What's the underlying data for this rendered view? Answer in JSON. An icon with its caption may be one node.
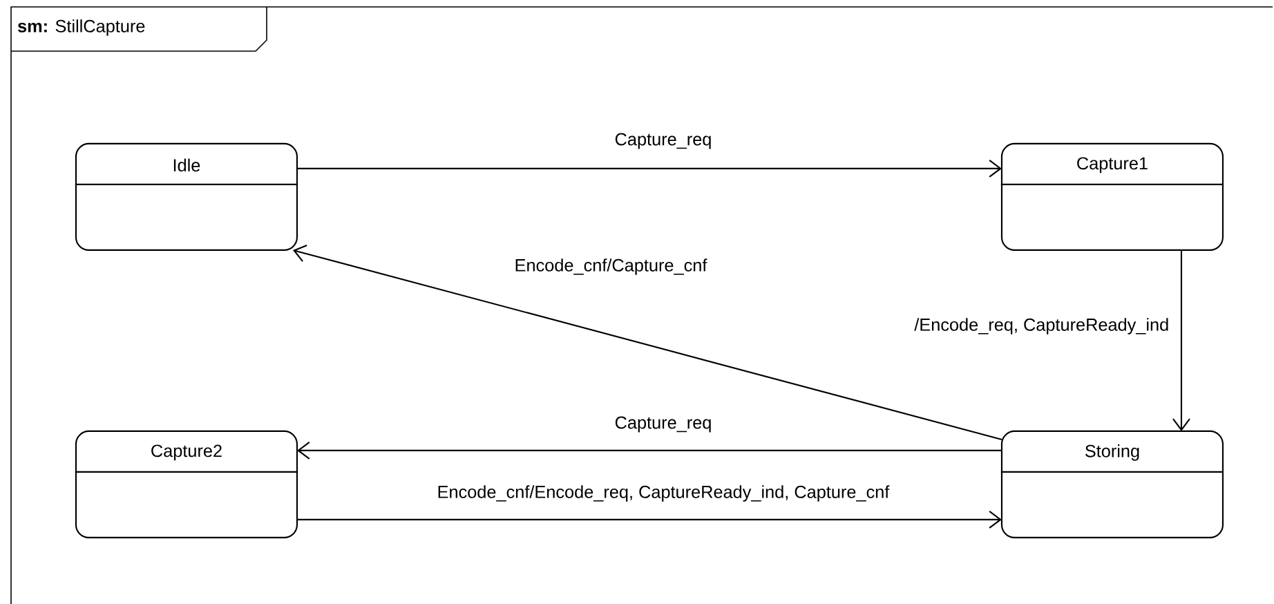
{
  "diagram": {
    "nodes": [
      {
        "text": [
          "**sm:** StillCapture"
        ]
      },
      {
        "text": [
          "Idle"
        ],
        "in": 0
      },
      {
        "text": [
          "Capture1"
        ],
        "in": 0
      },
      {
        "text": [
          "Capture2"
        ],
        "in": 0
      },
      {
        "text": [
          "Storing"
        ],
        "in": 0
      }
    ],
    "edges": [
      {
        "from": 1,
        "to": 2,
        "arrow": "to",
        "label": "Capture_req"
      },
      {
        "from": 2,
        "to": 4,
        "arrow": "to",
        "label": "/Encode_req, CaptureReady_ind"
      },
      {
        "from": 4,
        "to": 1,
        "arrow": "to",
        "label": "Encode_cnf/Capture_cnf"
      },
      {
        "from": 4,
        "to": 3,
        "arrow": "to",
        "label": "Capture_req"
      },
      {
        "from": 3,
        "to": 4,
        "arrow": "to",
        "label": "Encode_cnf/Encode_req, CaptureReady_ind, Capture_cnf"
      }
    ]
  }
}
